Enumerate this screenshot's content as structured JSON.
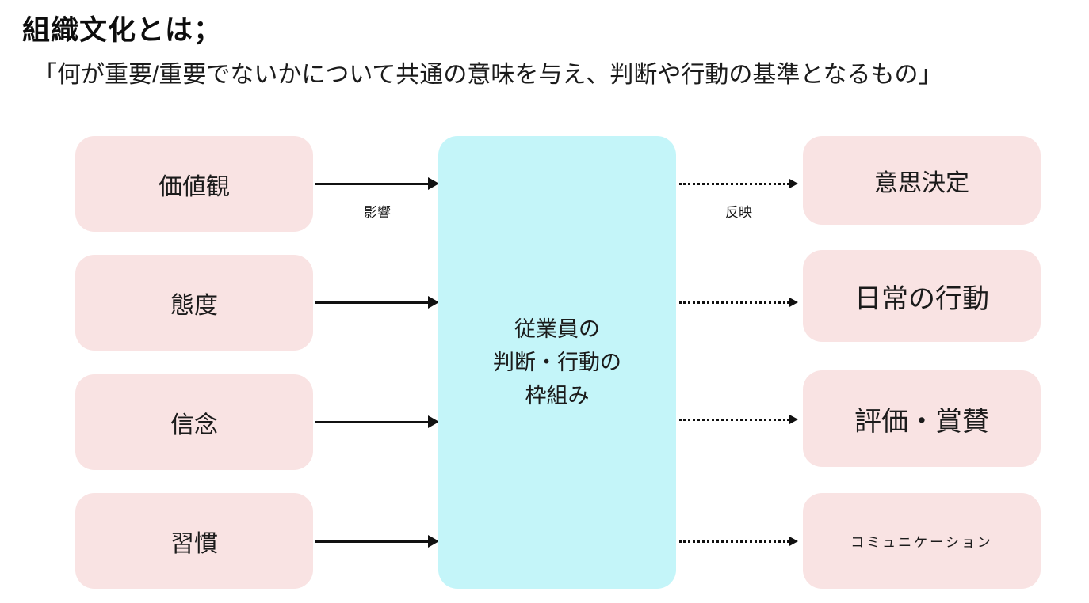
{
  "slide": {
    "title": "組織文化とは；",
    "definition": "「何が重要/重要でないかについて共通の意味を与え、判断や行動の基準となるもの」"
  },
  "diagram": {
    "inputs": [
      {
        "label": "価値観"
      },
      {
        "label": "態度"
      },
      {
        "label": "信念"
      },
      {
        "label": "習慣"
      }
    ],
    "center": {
      "lines": [
        "従業員の",
        "判断・行動の",
        "枠組み"
      ]
    },
    "outputs": [
      {
        "label": "意思決定"
      },
      {
        "label": "日常の行動"
      },
      {
        "label": "評価・賞賛"
      },
      {
        "label": "コミュニケーション"
      }
    ],
    "labels": {
      "influence": "影響",
      "reflection": "反映"
    },
    "colors": {
      "input_box": "#f9e3e3",
      "output_box": "#f9e3e3",
      "center_box": "#c4f5f9",
      "arrow": "#111111",
      "text": "#1b1b1b",
      "background": "#ffffff"
    }
  }
}
